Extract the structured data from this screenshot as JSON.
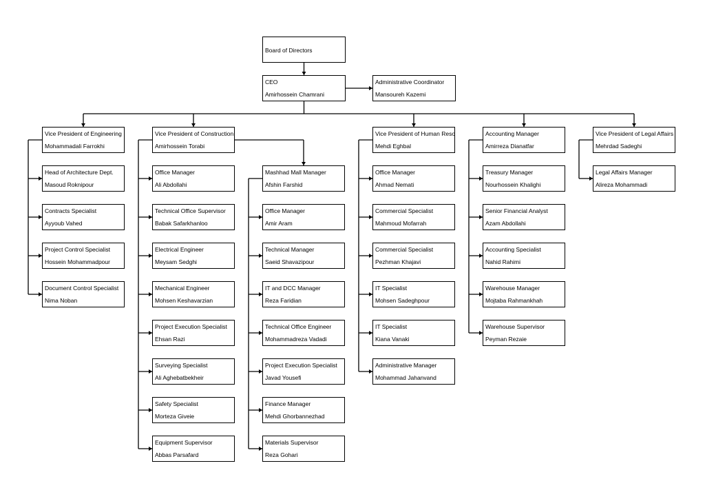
{
  "org_chart": {
    "board": {
      "title": "Board of Directors"
    },
    "ceo": {
      "title": "CEO",
      "name": "Amirhossein Chamrani"
    },
    "assistant": {
      "title": "Administrative Coordinator",
      "name": "Mansoureh Kazemi"
    },
    "engineering": {
      "head": {
        "title": "Vice President of Engineering",
        "name": "Mohammadali Farrokhi"
      },
      "staff": [
        {
          "title": "Head of Architecture Dept.",
          "name": "Masoud Roknipour"
        },
        {
          "title": "Contracts Specialist",
          "name": "Ayyoub Vahed"
        },
        {
          "title": "Project Control Specialist",
          "name": "Hossein Mohammadpour"
        },
        {
          "title": "Document Control Specialist",
          "name": "Nima Noban"
        }
      ]
    },
    "construction": {
      "head": {
        "title": "Vice President of Construction",
        "name": "Amirhossein Torabi"
      },
      "staff": [
        {
          "title": "Office Manager",
          "name": "Ali Abdollahi"
        },
        {
          "title": "Technical Office Supervisor",
          "name": "Babak Safarkhanloo"
        },
        {
          "title": "Electrical Engineer",
          "name": "Meysam Sedghi"
        },
        {
          "title": "Mechanical Engineer",
          "name": "Mohsen Keshavarzian"
        },
        {
          "title": "Project Execution Specialist",
          "name": "Ehsan Razi"
        },
        {
          "title": "Surveying Specialist",
          "name": "Ali Aghebatbekheir"
        },
        {
          "title": "Safety Specialist",
          "name": "Morteza Giveie"
        },
        {
          "title": "Equipment Supervisor",
          "name": "Abbas Parsafard"
        }
      ],
      "mall": {
        "head": {
          "title": "Mashhad Mall Manager",
          "name": "Afshin Farshid"
        },
        "staff": [
          {
            "title": "Office Manager",
            "name": "Amir Aram"
          },
          {
            "title": "Technical Manager",
            "name": "Saeid Shavazipour"
          },
          {
            "title": "IT and DCC Manager",
            "name": "Reza Faridian"
          },
          {
            "title": "Technical Office Engineer",
            "name": "Mohammadreza Vadadi"
          },
          {
            "title": "Project Execution Specialist",
            "name": "Javad Yousefi"
          },
          {
            "title": "Finance Manager",
            "name": "Mehdi Ghorbannezhad"
          },
          {
            "title": "Materials Supervisor",
            "name": "Reza Gohari"
          }
        ]
      }
    },
    "hr": {
      "head": {
        "title": "Vice President of Human Resources",
        "name": "Mehdi Eghbal"
      },
      "staff": [
        {
          "title": "Office Manager",
          "name": "Ahmad Nemati"
        },
        {
          "title": "Commercial Specialist",
          "name": "Mahmoud Mofarrah"
        },
        {
          "title": "Commercial Specialist",
          "name": "Pezhman Khajavi"
        },
        {
          "title": "IT Specialist",
          "name": "Mohsen Sadeghpour"
        },
        {
          "title": "IT Specialist",
          "name": "Kiana Vanaki"
        },
        {
          "title": "Administrative Manager",
          "name": "Mohammad Jahanvand"
        }
      ]
    },
    "accounting": {
      "head": {
        "title": "Accounting Manager",
        "name": "Amirreza Dianatfar"
      },
      "staff": [
        {
          "title": "Treasury Manager",
          "name": "Nourhossein Khalighi"
        },
        {
          "title": "Senior Financial Analyst",
          "name": "Azam Abdollahi"
        },
        {
          "title": "Accounting Specialist",
          "name": "Nahid Rahimi"
        },
        {
          "title": "Warehouse Manager",
          "name": "Mojtaba Rahmankhah"
        },
        {
          "title": "Warehouse Supervisor",
          "name": "Peyman Rezaie"
        }
      ]
    },
    "legal": {
      "head": {
        "title": "Vice President of Legal Affairs",
        "name": "Mehrdad Sadeghi"
      },
      "staff": [
        {
          "title": "Legal Affairs Manager",
          "name": "Alireza Mohammadi"
        }
      ]
    }
  }
}
